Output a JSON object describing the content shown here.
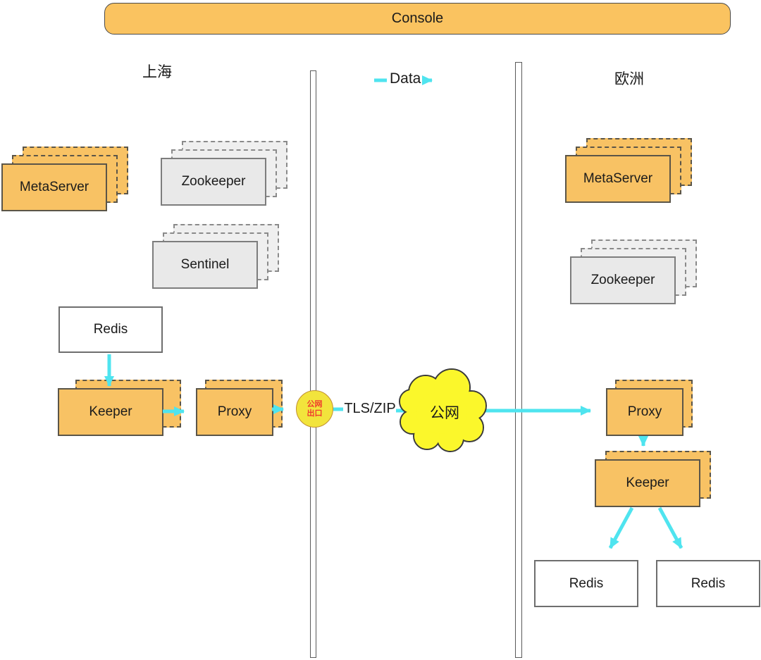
{
  "console": {
    "label": "Console"
  },
  "regions": {
    "left": "上海",
    "right": "欧洲"
  },
  "legend": {
    "label": "Data"
  },
  "link": {
    "exit_node": {
      "line1": "公网",
      "line2": "出口"
    },
    "protocol": "TLS/ZIP",
    "cloud": "公网"
  },
  "nodes": {
    "metaserver_left": "MetaServer",
    "zookeeper_left": "Zookeeper",
    "sentinel_left": "Sentinel",
    "redis_left": "Redis",
    "keeper_left": "Keeper",
    "proxy_left": "Proxy",
    "metaserver_right": "MetaServer",
    "zookeeper_right": "Zookeeper",
    "proxy_right": "Proxy",
    "keeper_right": "Keeper",
    "redis_right_a": "Redis",
    "redis_right_b": "Redis"
  },
  "colors": {
    "accent_orange": "#F8C264",
    "accent_cyan": "#4FE4EF",
    "cloud_yellow": "#FBF72B",
    "exit_yellow": "#F2E43C",
    "exit_text_red": "#F03B2E",
    "gray_box": "#E9E9E9"
  }
}
